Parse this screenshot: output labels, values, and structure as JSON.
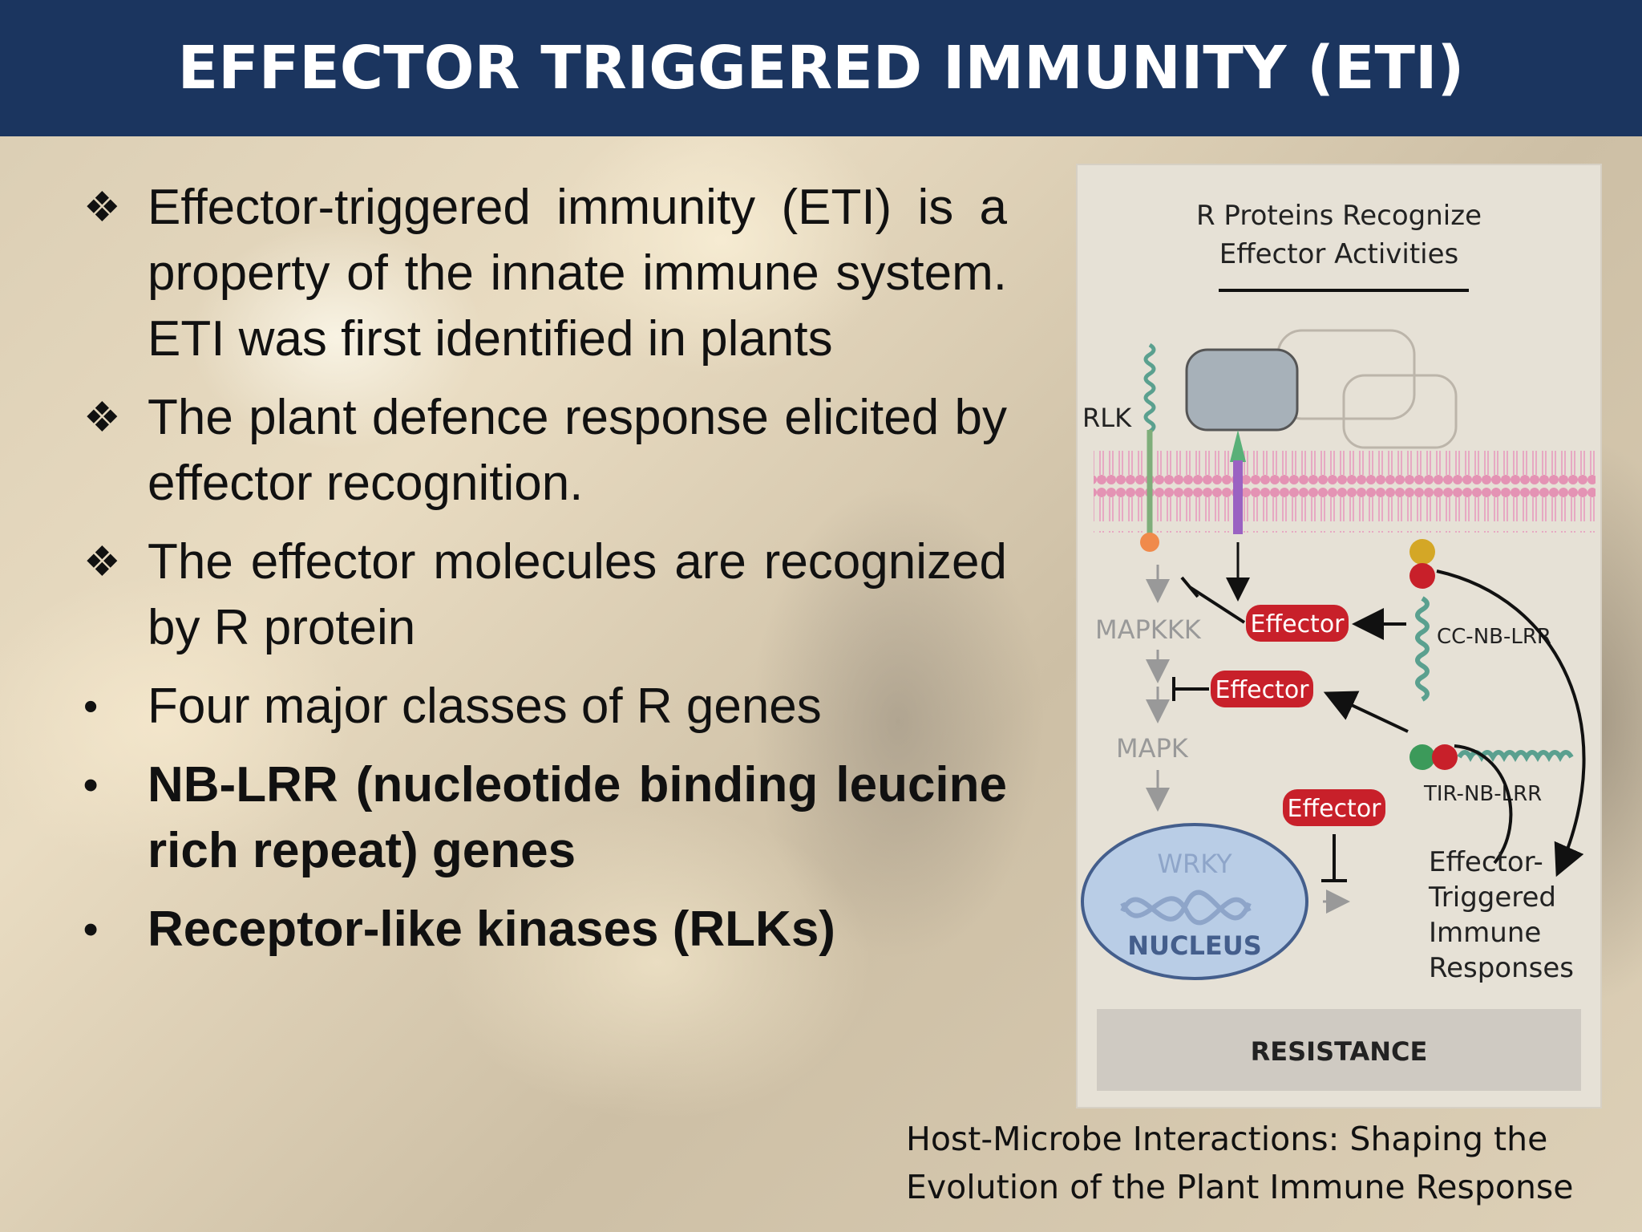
{
  "slide": {
    "title": "EFFECTOR TRIGGERED IMMUNITY (ETI)",
    "bullets": [
      {
        "marker": "❖",
        "text": "Effector-triggered immunity (ETI) is a property of the innate immune system. ETI was first identified in plants",
        "bold": false
      },
      {
        "marker": "❖",
        "text": "The plant defence response elicited by effector recognition.",
        "bold": false
      },
      {
        "marker": "❖",
        "text": "The effector molecules are recognized by R  protein",
        "bold": false
      },
      {
        "marker": "•",
        "text": "Four major classes of R genes",
        "bold": false
      },
      {
        "marker": "•",
        "text": "NB-LRR (nucleotide binding leucine rich repeat)  genes",
        "bold": true
      },
      {
        "marker": "•",
        "text": "Receptor-like kinases (RLKs)",
        "bold": true
      }
    ],
    "caption_line1": "Host-Microbe Interactions: Shaping the",
    "caption_line2": "Evolution of the Plant Immune Response"
  },
  "figure": {
    "title_line1": "R Proteins Recognize",
    "title_line2": "Effector Activities",
    "rlk": "RLK",
    "mapkkk": "MAPKKK",
    "mapk": "MAPK",
    "effector": "Effector",
    "cc_nb_lrr": "CC-NB-LRR",
    "tir_nb_lrr": "TIR-NB-LRR",
    "wrky": "WRKY",
    "nucleus": "NUCLEUS",
    "eti_line1": "Effector-",
    "eti_line2": "Triggered",
    "eti_line3": "Immune",
    "eti_line4": "Responses",
    "resistance": "RESISTANCE",
    "colors": {
      "effector": "#c8202a",
      "membrane": "#e8a8c0",
      "receptor": "#6aa79a",
      "nucleus": "#b9cde6"
    }
  }
}
